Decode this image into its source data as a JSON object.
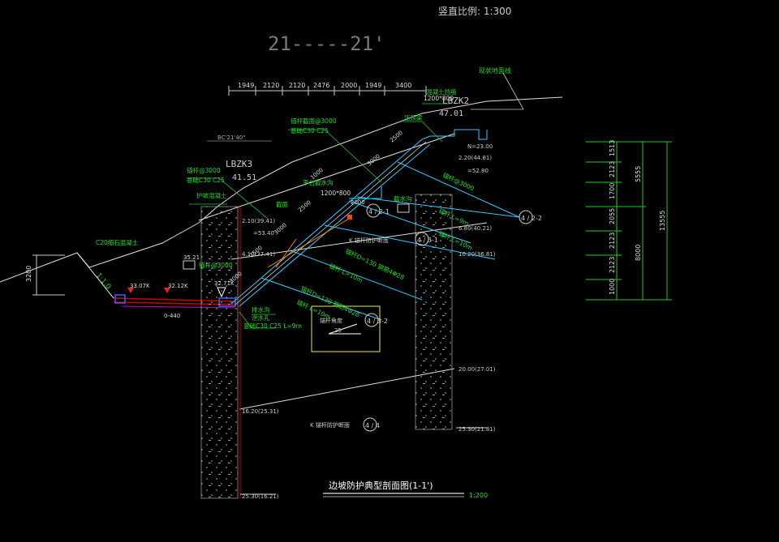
{
  "drawing": {
    "scale_note": "竖直比例: 1:300",
    "section_title": "21-----21'",
    "bottom_title": "边坡防护典型剖面图(1-1')",
    "bottom_scale": "1:200",
    "top_dims": [
      "1949",
      "2120",
      "2120",
      "2476",
      "2000",
      "1949",
      "3400"
    ],
    "right_dims_inner": [
      "1513",
      "2123",
      "1700",
      "2055",
      "2123",
      "2123",
      "1000"
    ],
    "right_dims_mid": [
      "5555",
      "8000"
    ],
    "right_dims_outer": "13555",
    "left_dim": "3200",
    "slope_ratio_left": "1:1.0",
    "borehole_left": "LBZK3",
    "borehole_left_elev": "41.51",
    "borehole_right": "LBZK2",
    "borehole_right_elev": "47.01",
    "ground_label": "现状地面线",
    "cut_line_label": "BC'21'40\"",
    "left_elevs": [
      "2.10(39.41)",
      "=53.40",
      "4.10(37.41)",
      "16.20(25.31)",
      "25.30(16.21)"
    ],
    "right_elevs": [
      "N=23.00",
      "2.20(44.81)",
      "=52.80",
      "6.80(40.21)",
      "10.20(36.81)",
      "20.00(27.01)",
      "25.30(21.81)"
    ],
    "water_levels": [
      "33.07K",
      "32.12K",
      "32.71K",
      "35.21",
      "0-440"
    ],
    "details": [
      "4 / 2-1",
      "4 / 2-2",
      "4 / 3-1",
      "4 / 3-2",
      "4 / 4"
    ],
    "annot_green": [
      "锚杆截面@3000",
      "基础C30 C25",
      "截水沟",
      "护坡混凝土",
      "锚杆@3000",
      "基础C30 C25",
      "平台截水沟",
      "压顶梁",
      "截面",
      "C20细石混凝土",
      "锚杆 L=9m",
      "锚杆 L=10m",
      "锚杆 L=10m",
      "锚杆 L=10m",
      "锚杆@3000",
      "锚杆@3000",
      "锚杆D=130 钢筋4Φ28",
      "锚杆D=130 钢筋4Φ28",
      "排水沟",
      "基础C30 C25 L=9m",
      "1200*800",
      "1200*800",
      "泄水孔",
      "混凝土挡墙"
    ],
    "annot_white": [
      "锚杆角度",
      "K  锚杆防护断面",
      "K  锚杆防护断面",
      "1000",
      "3000",
      "2500",
      "2500",
      "3000",
      "2500",
      "3000",
      "25",
      "2000"
    ]
  }
}
